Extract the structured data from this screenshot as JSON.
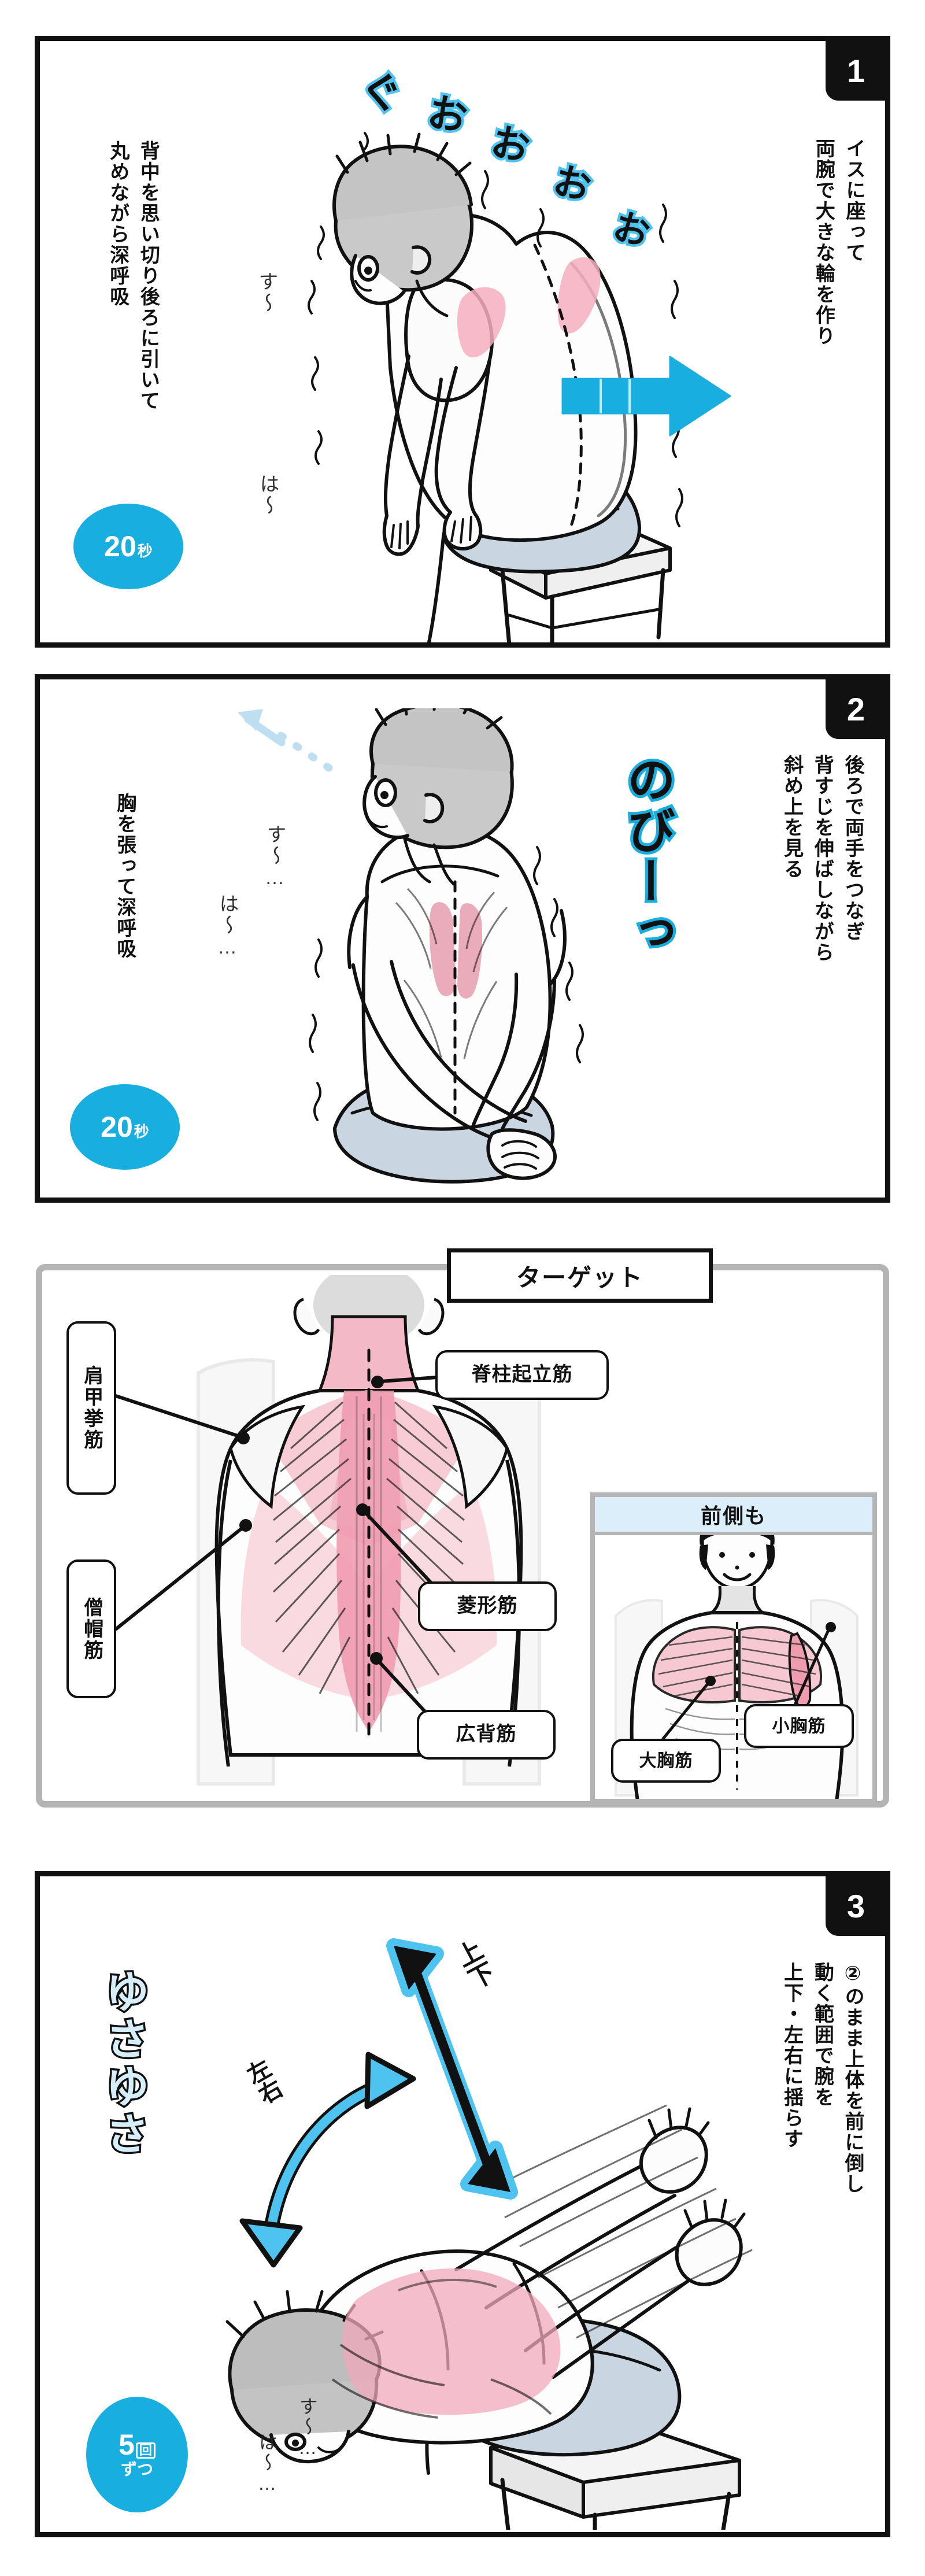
{
  "meta": {
    "accent_blue": "#19AEE0",
    "sfx_blue": "#4FC3EF",
    "frame_black": "#111111",
    "frame_gray": "#b4b4b4",
    "sub_header_blue": "#DCEEF9",
    "muscle_pink": "#F2A8BC"
  },
  "panels": [
    {
      "number": "1",
      "instruction_right": "イスに座って\n両腕で大きな輪を作り",
      "instruction_left": "背中を思い切り後ろに引いて\n丸めながら深呼吸",
      "sfx": "ぐおおおお",
      "breath_in": "す〜",
      "breath_out": "は〜",
      "badge": {
        "value": "20",
        "unit": "秒"
      }
    },
    {
      "number": "2",
      "instruction_right": "後ろで両手をつなぎ\n背すじを伸ばしながら\n斜め上を見る",
      "instruction_left": "胸を張って深呼吸",
      "sfx": "のびーっ",
      "breath_in": "す〜…",
      "breath_out": "は〜…",
      "badge": {
        "value": "20",
        "unit": "秒"
      }
    },
    {
      "number": "3",
      "instruction_right": "②のまま上体を前に倒し\n動く範囲で腕を\n上下・左右に揺らす",
      "sfx": "ゆさゆさ",
      "arrow_label_vertical": "上下",
      "arrow_label_horizontal": "左右",
      "breath_in": "す〜…",
      "breath_out": "は〜…",
      "badge": {
        "value": "5",
        "unit": "回",
        "sub": "ずつ"
      }
    }
  ],
  "target": {
    "header": "ターゲット",
    "sub_header": "前側も",
    "back_labels": [
      {
        "text": "肩甲挙筋",
        "orientation": "vertical"
      },
      {
        "text": "僧帽筋",
        "orientation": "vertical"
      },
      {
        "text": "脊柱起立筋",
        "orientation": "horizontal"
      },
      {
        "text": "菱形筋",
        "orientation": "horizontal"
      },
      {
        "text": "広背筋",
        "orientation": "horizontal"
      }
    ],
    "front_labels": [
      {
        "text": "大胸筋",
        "orientation": "horizontal"
      },
      {
        "text": "小胸筋",
        "orientation": "horizontal"
      }
    ]
  },
  "icons": {
    "big_arrow": "right-arrow-icon",
    "dotted_arrow": "dotted-arrow-icon",
    "double_arrow": "double-arrow-icon",
    "curved_arrow": "curved-arrow-icon"
  }
}
